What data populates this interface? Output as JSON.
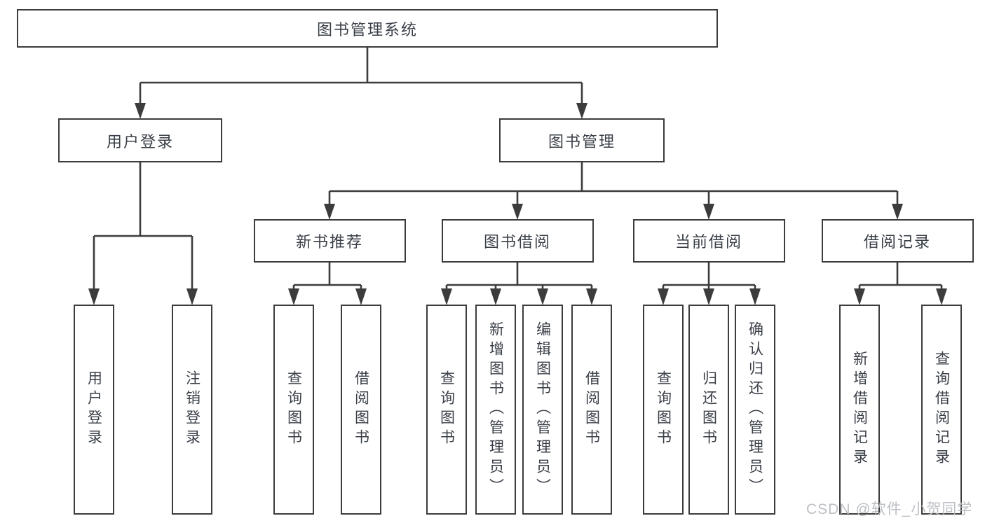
{
  "diagram": {
    "title": "图书管理系统",
    "level2": [
      {
        "label": "用户登录"
      },
      {
        "label": "图书管理"
      }
    ],
    "level3": [
      {
        "label": "新书推荐"
      },
      {
        "label": "图书借阅"
      },
      {
        "label": "当前借阅"
      },
      {
        "label": "借阅记录"
      }
    ],
    "leaves": {
      "user_login": [
        "用户登录",
        "注销登录"
      ],
      "new_books": [
        "查询图书",
        "借阅图书"
      ],
      "book_borrow": [
        "查询图书",
        "新增图书（管理员）",
        "编辑图书（管理员）",
        "借阅图书"
      ],
      "current_borrow": [
        "查询图书",
        "归还图书",
        "确认归还（管理员）"
      ],
      "borrow_records": [
        "新增借阅记录",
        "查询借阅记录"
      ]
    }
  },
  "watermark": "CSDN @软件_小贺同学",
  "colors": {
    "line": "#3c3c3c",
    "text": "#3a3f47",
    "watermark": "#b7babf",
    "background": "#ffffff"
  }
}
